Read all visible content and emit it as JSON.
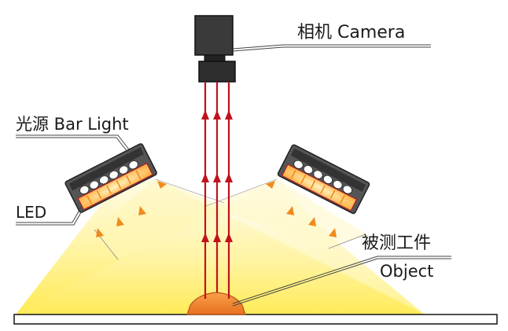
{
  "labels": {
    "camera": "相机 Camera",
    "bar_light": "光源 Bar Light",
    "led": "LED",
    "object_cn": "被测工件",
    "object_en": "Object"
  },
  "colors": {
    "light_beam": "#fff27a",
    "light_beam_edge": "#fffbe0",
    "ray": "#c0121b",
    "led_arrow": "#f08a1e",
    "led_glow": "#ffb347",
    "object_fill": "#f07e2a",
    "housing": "#4a4a4a",
    "camera_body": "#333333",
    "leader_line": "#555555"
  },
  "icons": {
    "camera": "camera-icon",
    "light_left": "bar-light-icon",
    "light_right": "bar-light-icon",
    "object": "workpiece-icon"
  }
}
